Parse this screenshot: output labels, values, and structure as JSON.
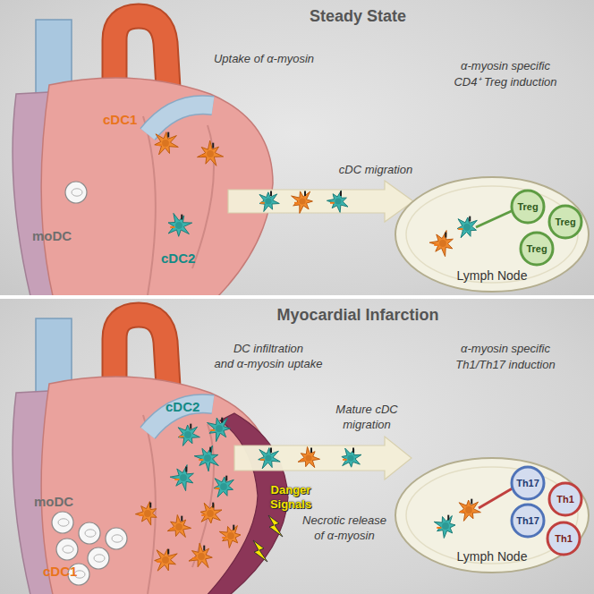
{
  "diagram": {
    "nodes": [
      {
        "text": [
          "Steady State"
        ]
      },
      {
        "text": [
          "Lymph Node"
        ],
        "in": 0
      },
      {
        "text": [
          "Treg"
        ],
        "in": 1
      },
      {
        "text": [
          "Treg"
        ],
        "in": 1
      },
      {
        "text": [
          "Treg"
        ],
        "in": 1
      },
      {
        "text": [
          "Myocardial Infarction"
        ]
      },
      {
        "text": [
          "Lymph Node"
        ],
        "in": 5
      },
      {
        "text": [
          "Th17"
        ],
        "in": 6
      },
      {
        "text": [
          "Th1"
        ],
        "in": 6
      },
      {
        "text": [
          "Th17"
        ],
        "in": 6
      },
      {
        "text": [
          "Th1"
        ],
        "in": 6
      }
    ],
    "labels": [
      "Uptake of α-myosin",
      "cDC1",
      "moDC",
      "cDC2",
      "cDC migration",
      "α-myosin specific",
      "CD4⁺ Treg induction",
      "DC infiltration",
      "and α-myosin uptake",
      "cDC2",
      "Danger",
      "Signals",
      "moDC",
      "cDC1",
      "Mature cDC",
      "migration",
      "Necrotic release",
      "of α-myosin",
      "α-myosin specific",
      "Th1/Th17 induction"
    ]
  }
}
